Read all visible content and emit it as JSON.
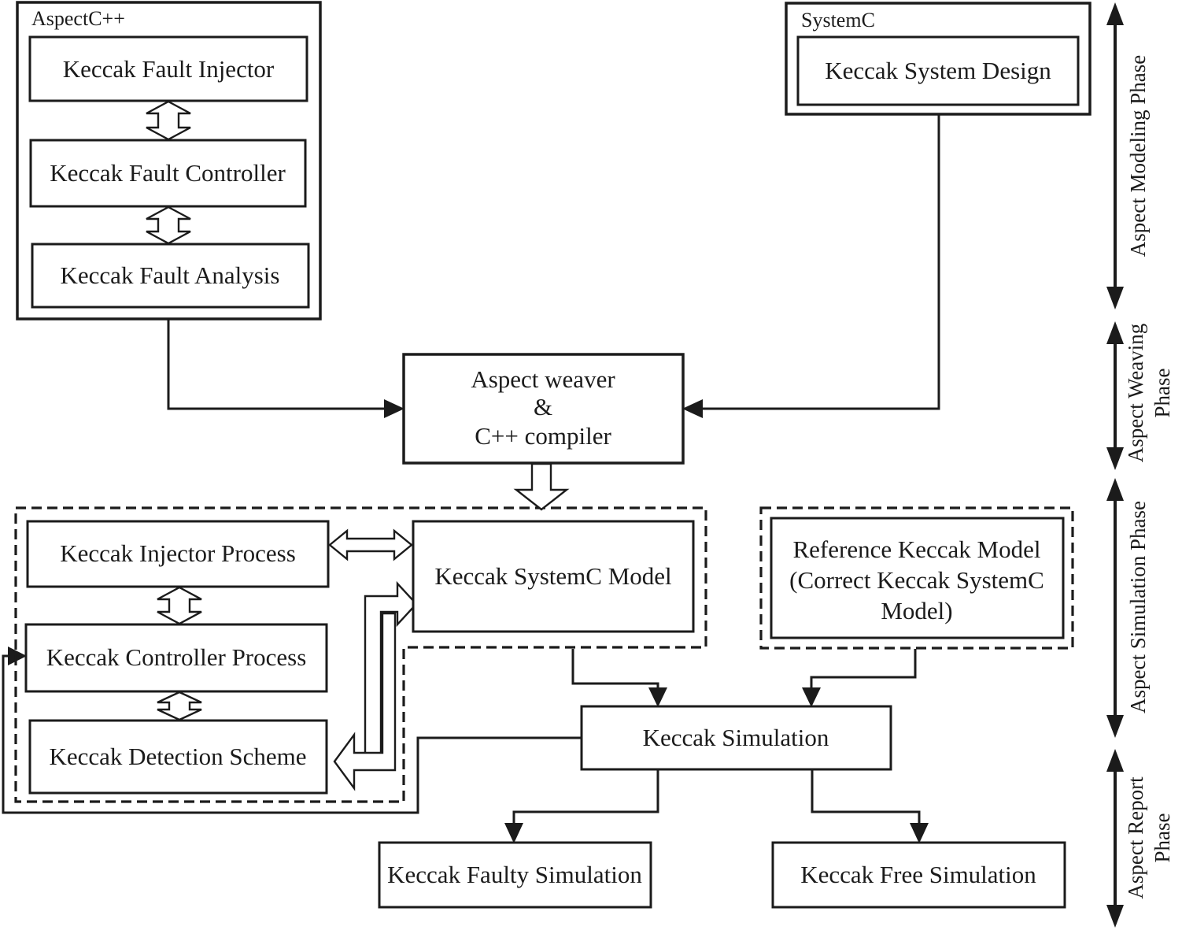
{
  "colors": {
    "ink": "#1b1b1b",
    "background": "#ffffff"
  },
  "aspectcpp": {
    "title": "AspectC++",
    "fault_injector": "Keccak Fault Injector",
    "fault_controller": "Keccak Fault Controller",
    "fault_analysis": "Keccak Fault Analysis"
  },
  "systemc": {
    "title": "SystemC",
    "system_design": "Keccak System Design"
  },
  "weaver": {
    "line1": "Aspect weaver",
    "line2": "&",
    "line3": "C++ compiler"
  },
  "aspect_group": {
    "injector_process": "Keccak Injector Process",
    "controller_process": "Keccak Controller Process",
    "detection_scheme": "Keccak Detection Scheme",
    "systemc_model": "Keccak SystemC Model"
  },
  "reference": {
    "line1": "Reference Keccak Model",
    "line2": "(Correct Keccak SystemC",
    "line3": "Model)"
  },
  "simulation": {
    "label": "Keccak Simulation"
  },
  "outputs": {
    "faulty": "Keccak Faulty Simulation",
    "free": "Keccak Free Simulation"
  },
  "phases": {
    "modeling": {
      "line1": "Aspect Modeling Phase"
    },
    "weaving": {
      "line1": "Aspect Weaving",
      "line2": "Phase"
    },
    "simulation": {
      "line1": "Aspect Simulation Phase"
    },
    "report": {
      "line1": "Aspect Report",
      "line2": "Phase"
    }
  }
}
